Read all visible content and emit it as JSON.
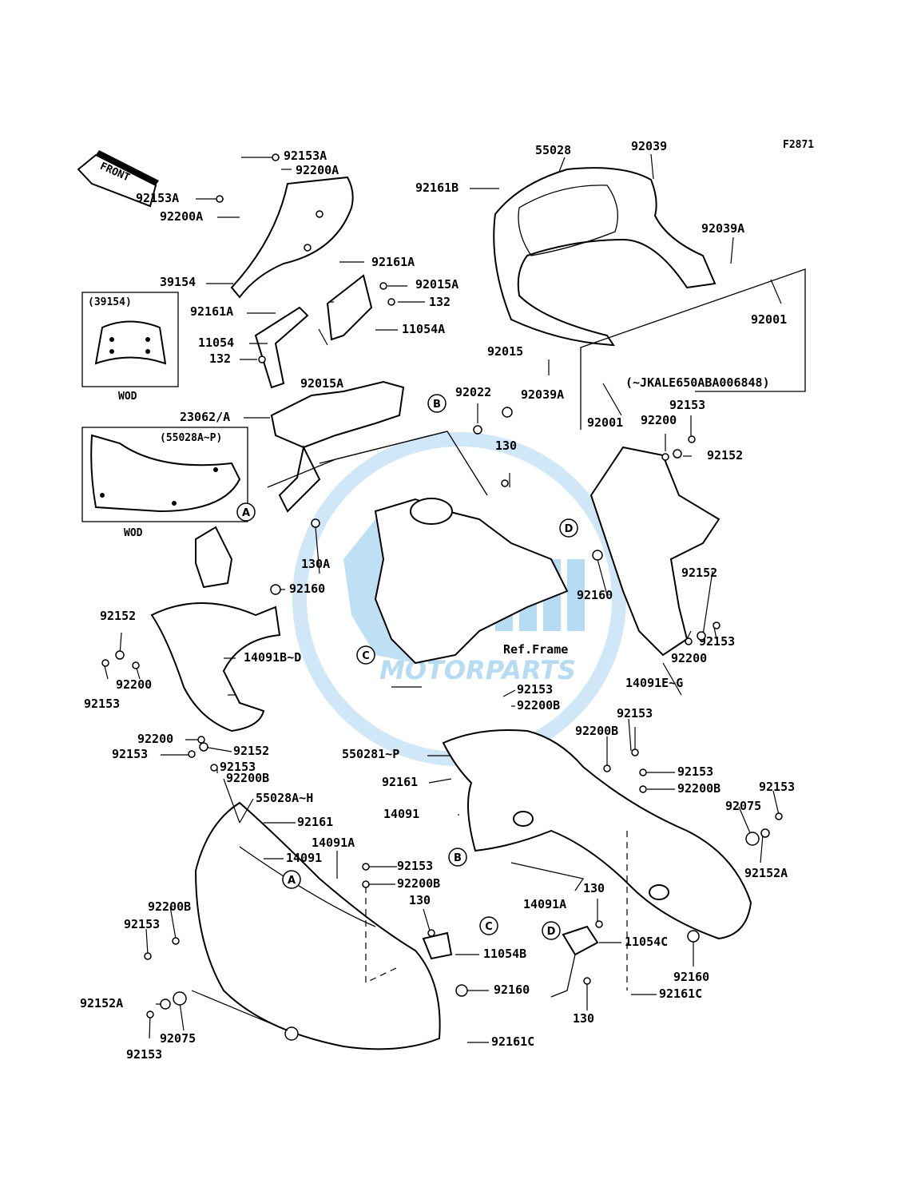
{
  "figure_code": "F2871",
  "front_label": "FRONT",
  "inset_windshield": {
    "part_ref": "(39154)",
    "caption": "WOD"
  },
  "inset_cowl": {
    "part_ref": "(55028A~P)",
    "caption": "WOD"
  },
  "ref_frame_label": "Ref.Frame",
  "serial_note": "(~JKALE650ABA006848)",
  "circle_markers": [
    "A",
    "B",
    "C",
    "D"
  ],
  "watermark": "MOTORPARTS",
  "labels": {
    "l01": "92153A",
    "l02": "92200A",
    "l03": "92153A",
    "l04": "92200A",
    "l05": "39154",
    "l06": "92161A",
    "l07": "92015A",
    "l08": "132",
    "l09": "92161A",
    "l10": "11054",
    "l11": "11054A",
    "l12": "132",
    "l13": "92015A",
    "l14": "23062/A",
    "l15": "55028",
    "l16": "92039",
    "l17": "92161B",
    "l18": "92039A",
    "l19": "92001",
    "l20": "92039A",
    "l21": "92001",
    "l22": "92015",
    "l23": "92022",
    "l24": "130",
    "l25": "92153",
    "l26": "92200",
    "l27": "92152",
    "l28": "130A",
    "l29": "92160",
    "l30": "92160",
    "l31": "92152",
    "l32": "92200",
    "l33": "92153",
    "l34": "14091B~D",
    "l35": "92152",
    "l36": "92153",
    "l37": "92200",
    "l38": "14091E~G",
    "l39": "92200",
    "l40": "92153",
    "l41": "92152",
    "l42": "92153",
    "l43": "92200B",
    "l44": "55028A~H",
    "l45": "92161",
    "l46": "14091A",
    "l47": "14091",
    "l48": "92153",
    "l49": "92200B",
    "l50": "92200B",
    "l51": "92153",
    "l52": "130",
    "l53": "11054B",
    "l54": "92160",
    "l55": "92152A",
    "l56": "92075",
    "l57": "92153",
    "l58": "92161C",
    "l59": "92153",
    "l60": "92200B",
    "l61": "550281~P",
    "l62": "92161",
    "l63": "14091",
    "l64": "92153",
    "l65": "92200B",
    "l66": "92153",
    "l67": "92153",
    "l68": "92200B",
    "l69": "92153",
    "l70": "92075",
    "l71": "92152A",
    "l72": "14091A",
    "l73": "130",
    "l74": "11054C",
    "l75": "92160",
    "l76": "92161C",
    "l77": "130"
  }
}
